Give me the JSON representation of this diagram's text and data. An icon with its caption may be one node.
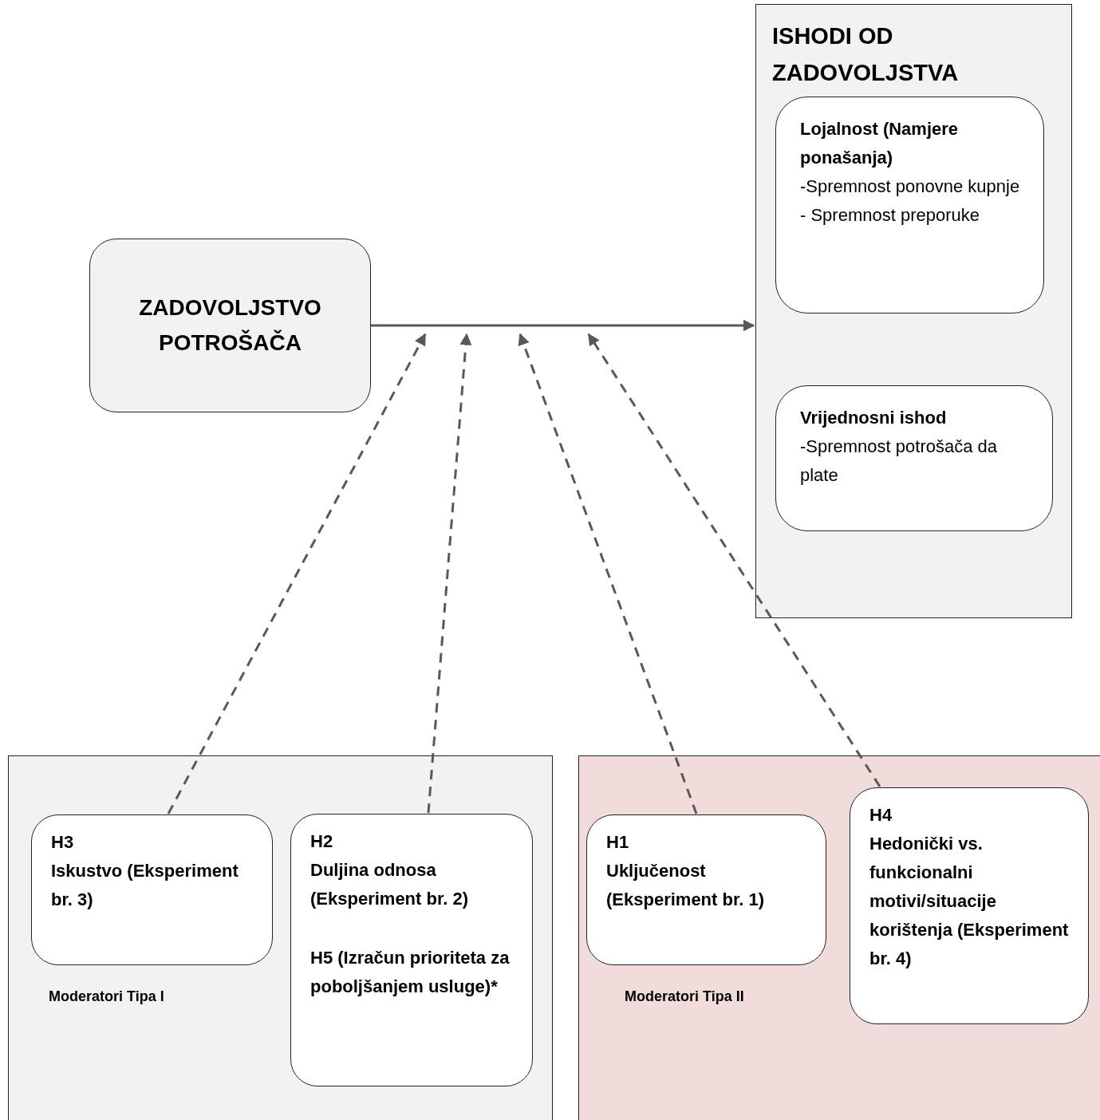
{
  "diagram": {
    "nodes": [
      {
        "text": [
          "ZADOVOLJSTVO POTROŠAČA"
        ]
      },
      {
        "text": [
          "ISHODI OD ZADOVOLJSTVA"
        ]
      },
      {
        "text": [
          "Lojalnost (Namjere ponašanja)",
          "-Spremnost ponovne kupnje",
          "- Spremnost preporuke"
        ],
        "in": 1
      },
      {
        "text": [
          "Vrijednosni ishod",
          "-Spremnost potrošača da plate"
        ],
        "in": 1
      },
      {
        "text": [
          "Moderatori Tipa I"
        ]
      },
      {
        "text": [
          "H3",
          "Iskustvo (Eksperiment br. 3)"
        ],
        "in": 4
      },
      {
        "text": [
          "H2",
          "Duljina odnosa (Eksperiment br. 2)",
          "H5 (Izračun prioriteta za poboljšanjem usluge)*"
        ],
        "in": 4
      },
      {
        "text": [
          "Moderatori Tipa II"
        ]
      },
      {
        "text": [
          "H1",
          "Uključenost (Eksperiment br. 1)"
        ],
        "in": 7
      },
      {
        "text": [
          "H4",
          "Hedonički vs. funkcionalni motivi/situacije korištenja (Eksperiment br. 4)"
        ],
        "in": 7
      }
    ],
    "edges": [
      {
        "from": 0,
        "to": 1,
        "arrow": "to"
      },
      {
        "from": 5,
        "to": null,
        "arrow": "to",
        "style": "dashed"
      },
      {
        "from": 6,
        "to": null,
        "arrow": "to",
        "style": "dashed"
      },
      {
        "from": 8,
        "to": null,
        "arrow": "to",
        "style": "dashed"
      },
      {
        "from": 9,
        "to": null,
        "arrow": "to",
        "style": "dashed"
      }
    ]
  }
}
